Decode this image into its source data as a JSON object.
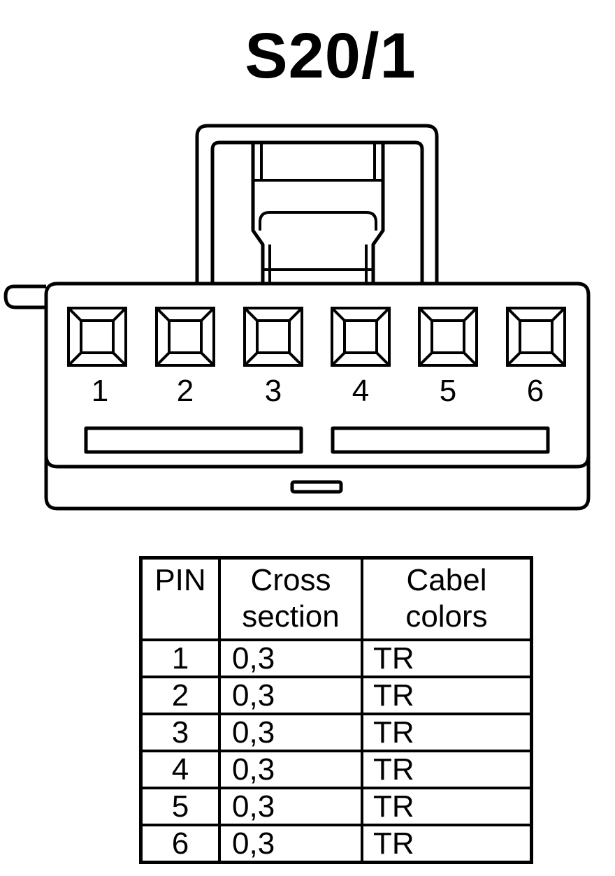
{
  "title": "S20/1",
  "connector": {
    "pins": [
      {
        "number": "1"
      },
      {
        "number": "2"
      },
      {
        "number": "3"
      },
      {
        "number": "4"
      },
      {
        "number": "5"
      },
      {
        "number": "6"
      }
    ]
  },
  "table": {
    "headers": {
      "pin": "PIN",
      "cross_line1": "Cross",
      "cross_line2": "section",
      "colors_line1": "Cabel",
      "colors_line2": "colors"
    },
    "rows": [
      {
        "pin": "1",
        "cross": "0,3",
        "color": "TR"
      },
      {
        "pin": "2",
        "cross": "0,3",
        "color": "TR"
      },
      {
        "pin": "3",
        "cross": "0,3",
        "color": "TR"
      },
      {
        "pin": "4",
        "cross": "0,3",
        "color": "TR"
      },
      {
        "pin": "5",
        "cross": "0,3",
        "color": "TR"
      },
      {
        "pin": "6",
        "cross": "0,3",
        "color": "TR"
      }
    ]
  }
}
